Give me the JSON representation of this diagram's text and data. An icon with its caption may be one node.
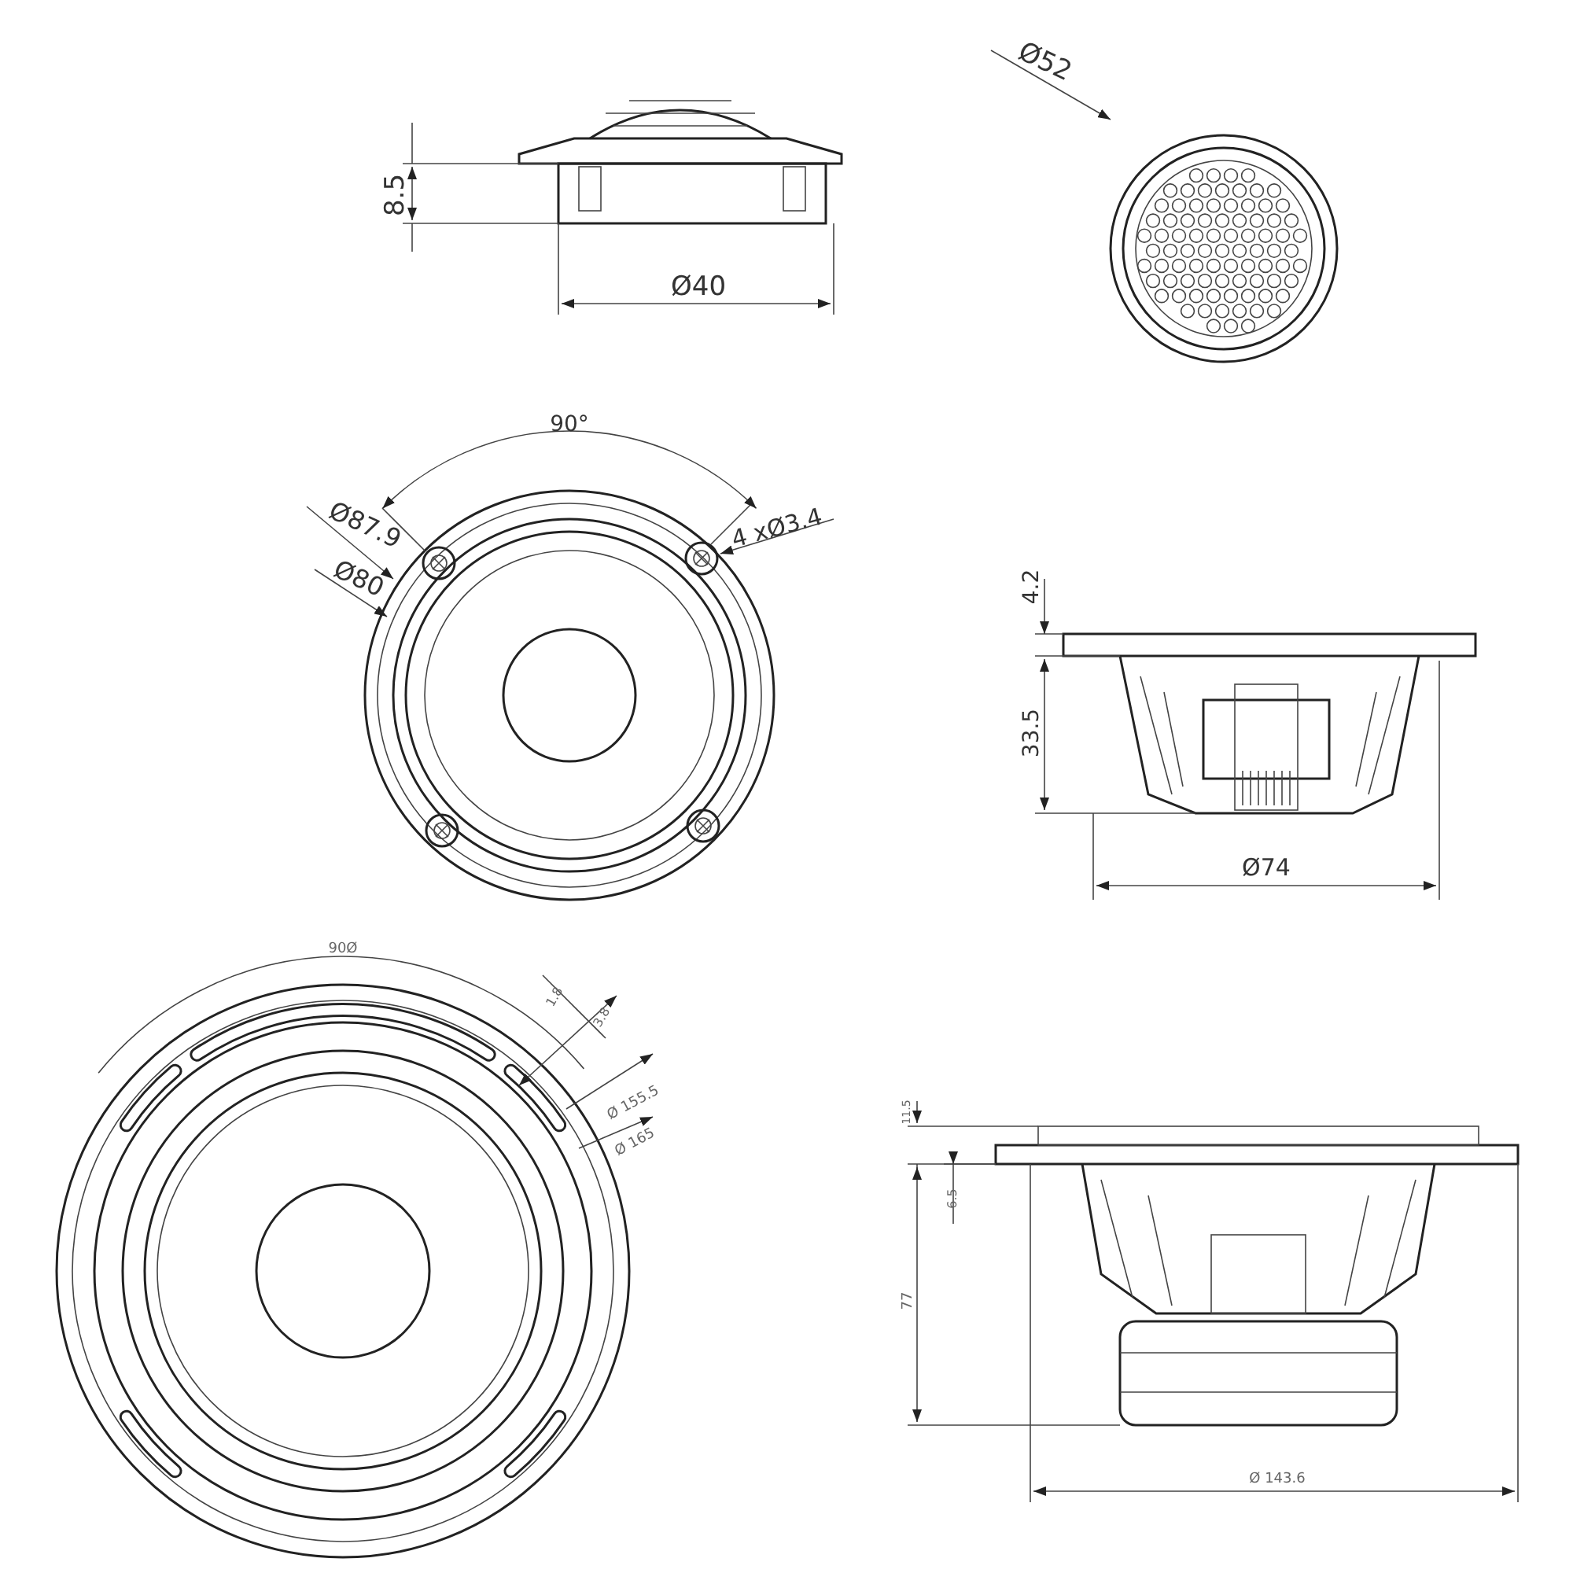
{
  "diagram": {
    "labels": [
      "8.5",
      "Ø40",
      "Ø52",
      "90°",
      "Ø87.9",
      "Ø80",
      "4 xØ3.4",
      "4.2",
      "33.5",
      "Ø74",
      "90Ø",
      "1.8",
      "3.8",
      "Ø 155.5",
      "Ø 165",
      "11.5",
      "6.5",
      "77",
      "Ø 143.6"
    ]
  }
}
